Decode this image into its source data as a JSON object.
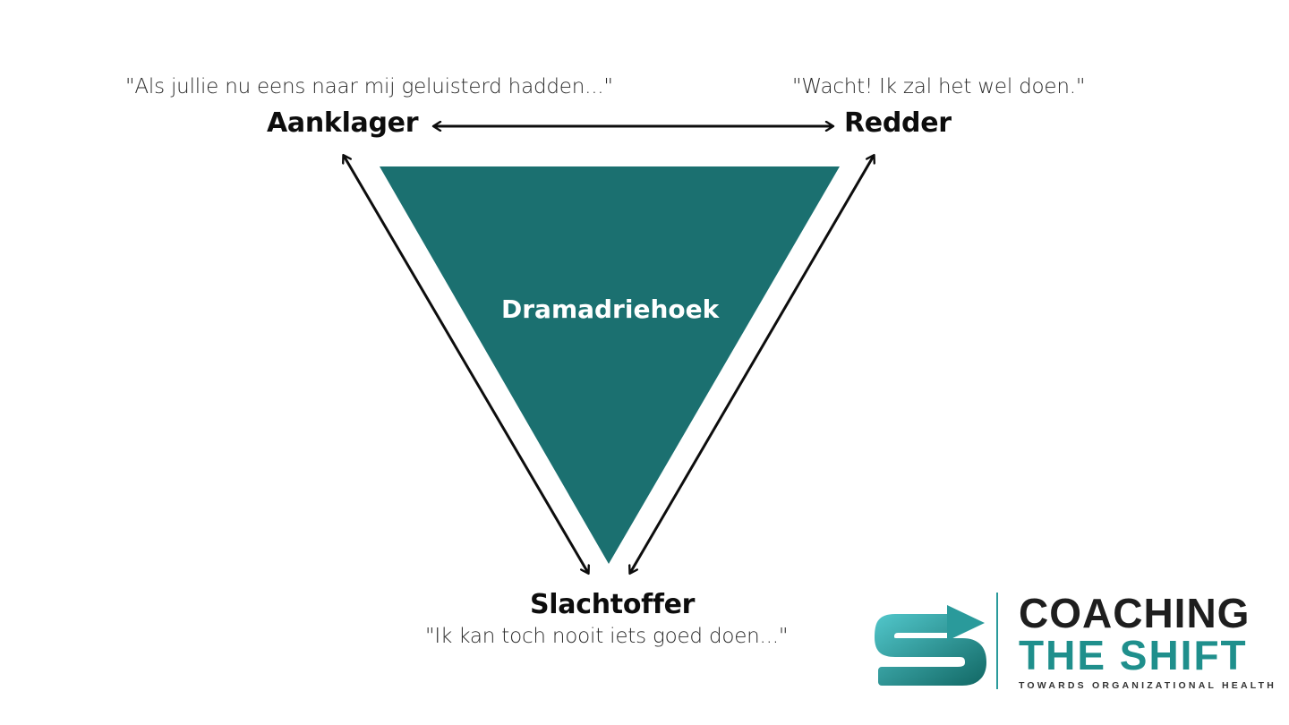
{
  "diagram": {
    "title": "Dramadriehoek",
    "colors": {
      "triangle": "#1b7070",
      "arrows": "#0d0d0d",
      "background": "#ffffff"
    },
    "roles": [
      {
        "id": "aanklager",
        "label": "Aanklager",
        "quote": "\"Als jullie nu eens naar mij geluisterd hadden...\"",
        "position": "top-left"
      },
      {
        "id": "redder",
        "label": "Redder",
        "quote": "\"Wacht! Ik zal het wel doen.\"",
        "position": "top-right"
      },
      {
        "id": "slachtoffer",
        "label": "Slachtoffer",
        "quote": "\"Ik kan toch nooit iets goed doen...\"",
        "position": "bottom"
      }
    ],
    "edges": [
      {
        "from": "aanklager",
        "to": "redder",
        "bidirectional": true
      },
      {
        "from": "aanklager",
        "to": "slachtoffer",
        "bidirectional": true
      },
      {
        "from": "redder",
        "to": "slachtoffer",
        "bidirectional": true
      }
    ]
  },
  "logo": {
    "icon": "s-arrow-logo-icon",
    "line1": "COACHING",
    "line2": "THE SHIFT",
    "tagline": "TOWARDS ORGANIZATIONAL HEALTH",
    "colors": {
      "teal": "#1f8f8c",
      "dark": "#1e1e1e"
    }
  }
}
